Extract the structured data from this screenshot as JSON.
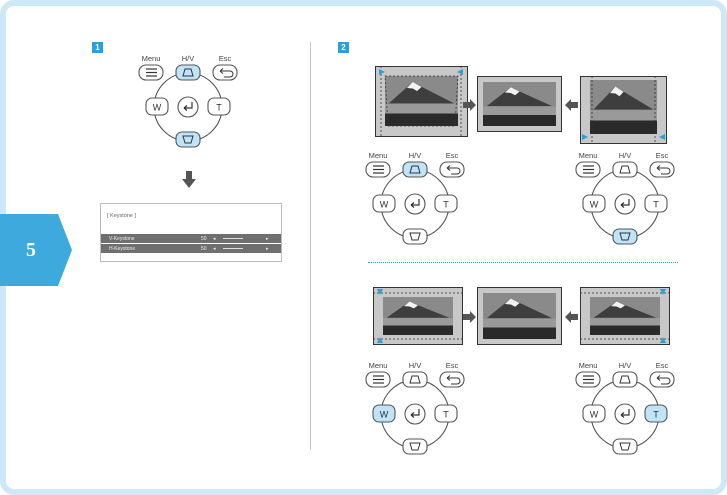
{
  "page": {
    "section_number": "5"
  },
  "steps": [
    {
      "number": "1"
    },
    {
      "number": "2"
    }
  ],
  "remote": {
    "menu": "Menu",
    "hv": "H/V",
    "esc": "Esc",
    "w": "W",
    "t": "T"
  },
  "keystone_menu": {
    "title": "[ Keystone ]",
    "rows": [
      {
        "label": "V-Keystone",
        "value": "50"
      },
      {
        "label": "H-Keystone",
        "value": "50"
      }
    ]
  },
  "colors": {
    "accent": "#29a0d9",
    "highlight": "#bfe3f7",
    "tab": "#3ea9dc",
    "frame": "#cde9f7"
  },
  "icons": [
    "menu-icon",
    "keystone-up-icon",
    "keystone-down-icon",
    "back-icon",
    "enter-icon",
    "arrow-right-icon",
    "arrow-left-icon",
    "arrow-down-icon",
    "mountain-image"
  ]
}
